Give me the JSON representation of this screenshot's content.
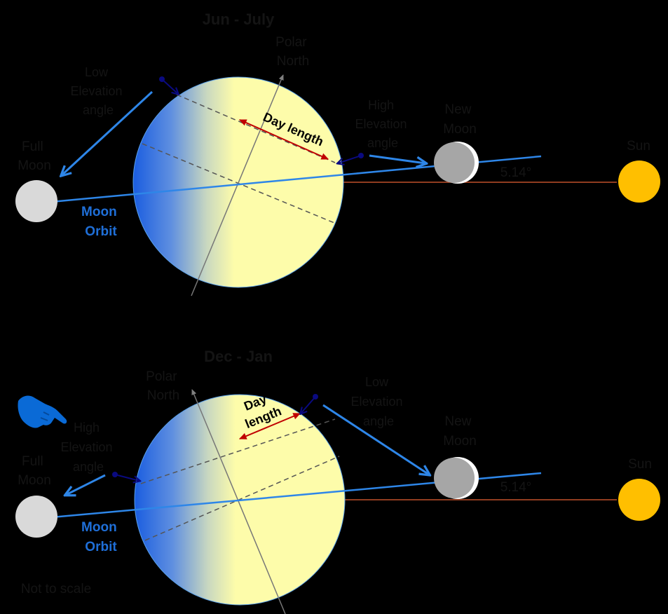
{
  "panels": [
    {
      "title": "Jun - July",
      "polar": [
        "Polar",
        "North"
      ],
      "left_angle": [
        "Low",
        "Elevation",
        "angle"
      ],
      "right_angle": [
        "High",
        "Elevation",
        "angle"
      ],
      "full_moon": [
        "Full",
        "Moon"
      ],
      "new_moon": [
        "New",
        "Moon"
      ],
      "sun": "Sun",
      "moon_orbit": [
        "Moon",
        "Orbit"
      ],
      "day_length": [
        "Day length"
      ],
      "tilt_angle": "5.14°"
    },
    {
      "title": "Dec - Jan",
      "polar": [
        "Polar",
        "North"
      ],
      "left_angle": [
        "High",
        "Elevation",
        "angle"
      ],
      "right_angle": [
        "Low",
        "Elevation",
        "angle"
      ],
      "full_moon": [
        "Full",
        "Moon"
      ],
      "new_moon": [
        "New",
        "Moon"
      ],
      "sun": "Sun",
      "moon_orbit": [
        "Moon",
        "Orbit"
      ],
      "day_length": [
        "Day",
        "length"
      ],
      "tilt_angle": "5.14°"
    }
  ],
  "footnote": "Not to scale",
  "colors": {
    "background": "#000000",
    "earth_day": "#fdfcaa",
    "earth_night": "#1a5de0",
    "sun": "#ffbf00",
    "moon_full": "#d9d9d9",
    "moon_new": "#a6a6a6",
    "orbit_line": "#2e86e8",
    "sun_line": "#c0502a",
    "day_length_arrow": "#c00000",
    "observer": "#0a0a80",
    "pointer_hand": "#0a6ad6"
  },
  "icons": [
    "pointer-hand-icon"
  ]
}
